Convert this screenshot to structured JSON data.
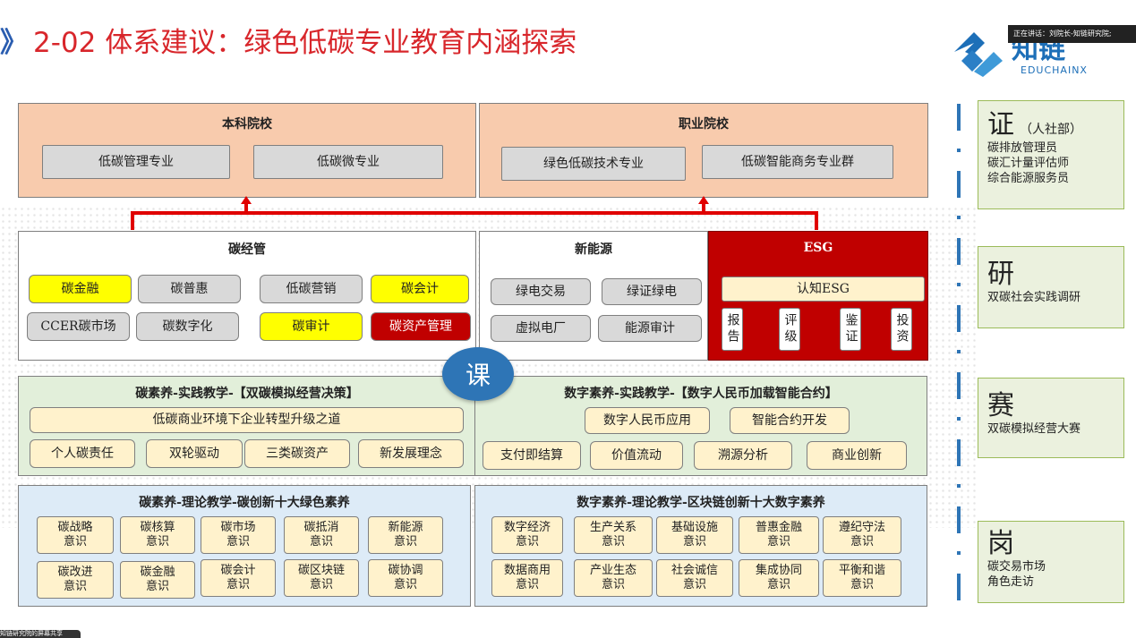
{
  "title": "2-02 体系建议：绿色低碳专业教育内涵探索",
  "title_arrow": "》",
  "logo": {
    "brand": "知链",
    "sub": "EDUCHAINX"
  },
  "speaker_banner": "正在讲话：刘院长-知链研究院;",
  "bottom_tag": "知链研究院的屏幕共享",
  "top": {
    "undergrad": {
      "title": "本科院校",
      "items": [
        "低碳管理专业",
        "低碳微专业"
      ]
    },
    "vocational": {
      "title": "职业院校",
      "items": [
        "绿色低碳技术专业",
        "低碳智能商务专业群"
      ]
    }
  },
  "mid": {
    "carbon": {
      "title": "碳经管",
      "row1": [
        "碳金融",
        "碳普惠",
        "低碳营销",
        "碳会计"
      ],
      "row2": [
        "CCER碳市场",
        "碳数字化",
        "碳审计",
        "碳资产管理"
      ]
    },
    "energy": {
      "title": "新能源",
      "row1": [
        "绿电交易",
        "绿证绿电"
      ],
      "row2": [
        "虚拟电厂",
        "能源审计"
      ]
    },
    "esg": {
      "title": "ESG",
      "know": "认知ESG",
      "items": [
        "报告",
        "评级",
        "鉴证",
        "投资"
      ]
    }
  },
  "center_badge": "课",
  "practice": {
    "left": {
      "title": "碳素养-实践教学-【双碳模拟经营决策】",
      "wide": "低碳商业环境下企业转型升级之道",
      "items": [
        "个人碳责任",
        "双轮驱动",
        "三类碳资产",
        "新发展理念"
      ]
    },
    "right": {
      "title": "数字素养-实践教学-【数字人民币加载智能合约】",
      "row1": [
        "数字人民币应用",
        "智能合约开发"
      ],
      "row2": [
        "支付即结算",
        "价值流动",
        "溯源分析",
        "商业创新"
      ]
    }
  },
  "theory": {
    "left": {
      "title": "碳素养-理论教学-碳创新十大绿色素养",
      "row1": [
        [
          "碳战略",
          "意识"
        ],
        [
          "碳核算",
          "意识"
        ],
        [
          "碳市场",
          "意识"
        ],
        [
          "碳抵消",
          "意识"
        ],
        [
          "新能源",
          "意识"
        ]
      ],
      "row2": [
        [
          "碳改进",
          "意识"
        ],
        [
          "碳金融",
          "意识"
        ],
        [
          "碳会计",
          "意识"
        ],
        [
          "碳区块链",
          "意识"
        ],
        [
          "碳协调",
          "意识"
        ]
      ]
    },
    "right": {
      "title": "数字素养-理论教学-区块链创新十大数字素养",
      "row1": [
        [
          "数字经济",
          "意识"
        ],
        [
          "生产关系",
          "意识"
        ],
        [
          "基础设施",
          "意识"
        ],
        [
          "普惠金融",
          "意识"
        ],
        [
          "遵纪守法",
          "意识"
        ]
      ],
      "row2": [
        [
          "数据商用",
          "意识"
        ],
        [
          "产业生态",
          "意识"
        ],
        [
          "社会诚信",
          "意识"
        ],
        [
          "集成协同",
          "意识"
        ],
        [
          "平衡和谐",
          "意识"
        ]
      ]
    }
  },
  "side": {
    "zheng": {
      "big": "证",
      "sub": "（人社部）",
      "lines": [
        "碳排放管理员",
        "碳汇计量评估师",
        "综合能源服务员"
      ]
    },
    "yan": {
      "big": "研",
      "lines": [
        "双碳社会实践调研"
      ]
    },
    "sai": {
      "big": "赛",
      "lines": [
        "双碳模拟经营大赛"
      ]
    },
    "gang": {
      "big": "岗",
      "lines": [
        "碳交易市场",
        "角色走访"
      ]
    }
  },
  "colors": {
    "title_red": "#d8262b",
    "accent_blue": "#2e75b6",
    "esg_red": "#c00000",
    "highlight_yellow": "#ffff00"
  }
}
